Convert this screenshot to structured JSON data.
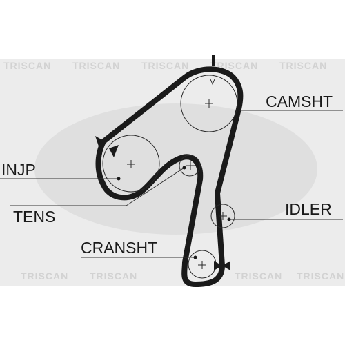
{
  "labels": {
    "camsht": "CAMSHT",
    "injp": "INJP",
    "tens": "TENS",
    "idler": "IDLER",
    "cransht": "CRANSHT"
  },
  "watermark": {
    "text": "TRISCAN"
  },
  "colors": {
    "belt": "#1a1a1a",
    "pulley": "#2a2a2a",
    "leader": "#333333",
    "watermark_band": "#ececec",
    "watermark_logo": "#dcdcdc"
  }
}
